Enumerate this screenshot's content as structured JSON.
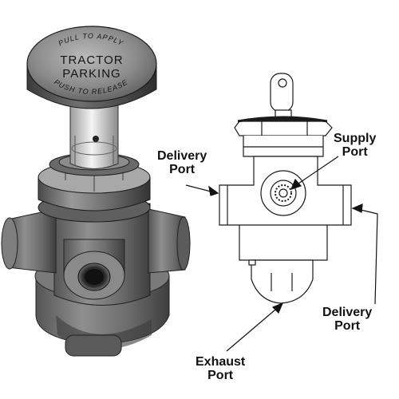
{
  "knob": {
    "top_text": "PULL TO APPLY",
    "line1": "TRACTOR",
    "line2": "PARKING",
    "bottom_text": "PUSH TO RELEASE"
  },
  "labels": {
    "delivery_port_left": "Delivery\nPort",
    "supply_port": "Supply\nPort",
    "delivery_port_right": "Delivery\nPort",
    "exhaust_port": "Exhaust\nPort"
  }
}
